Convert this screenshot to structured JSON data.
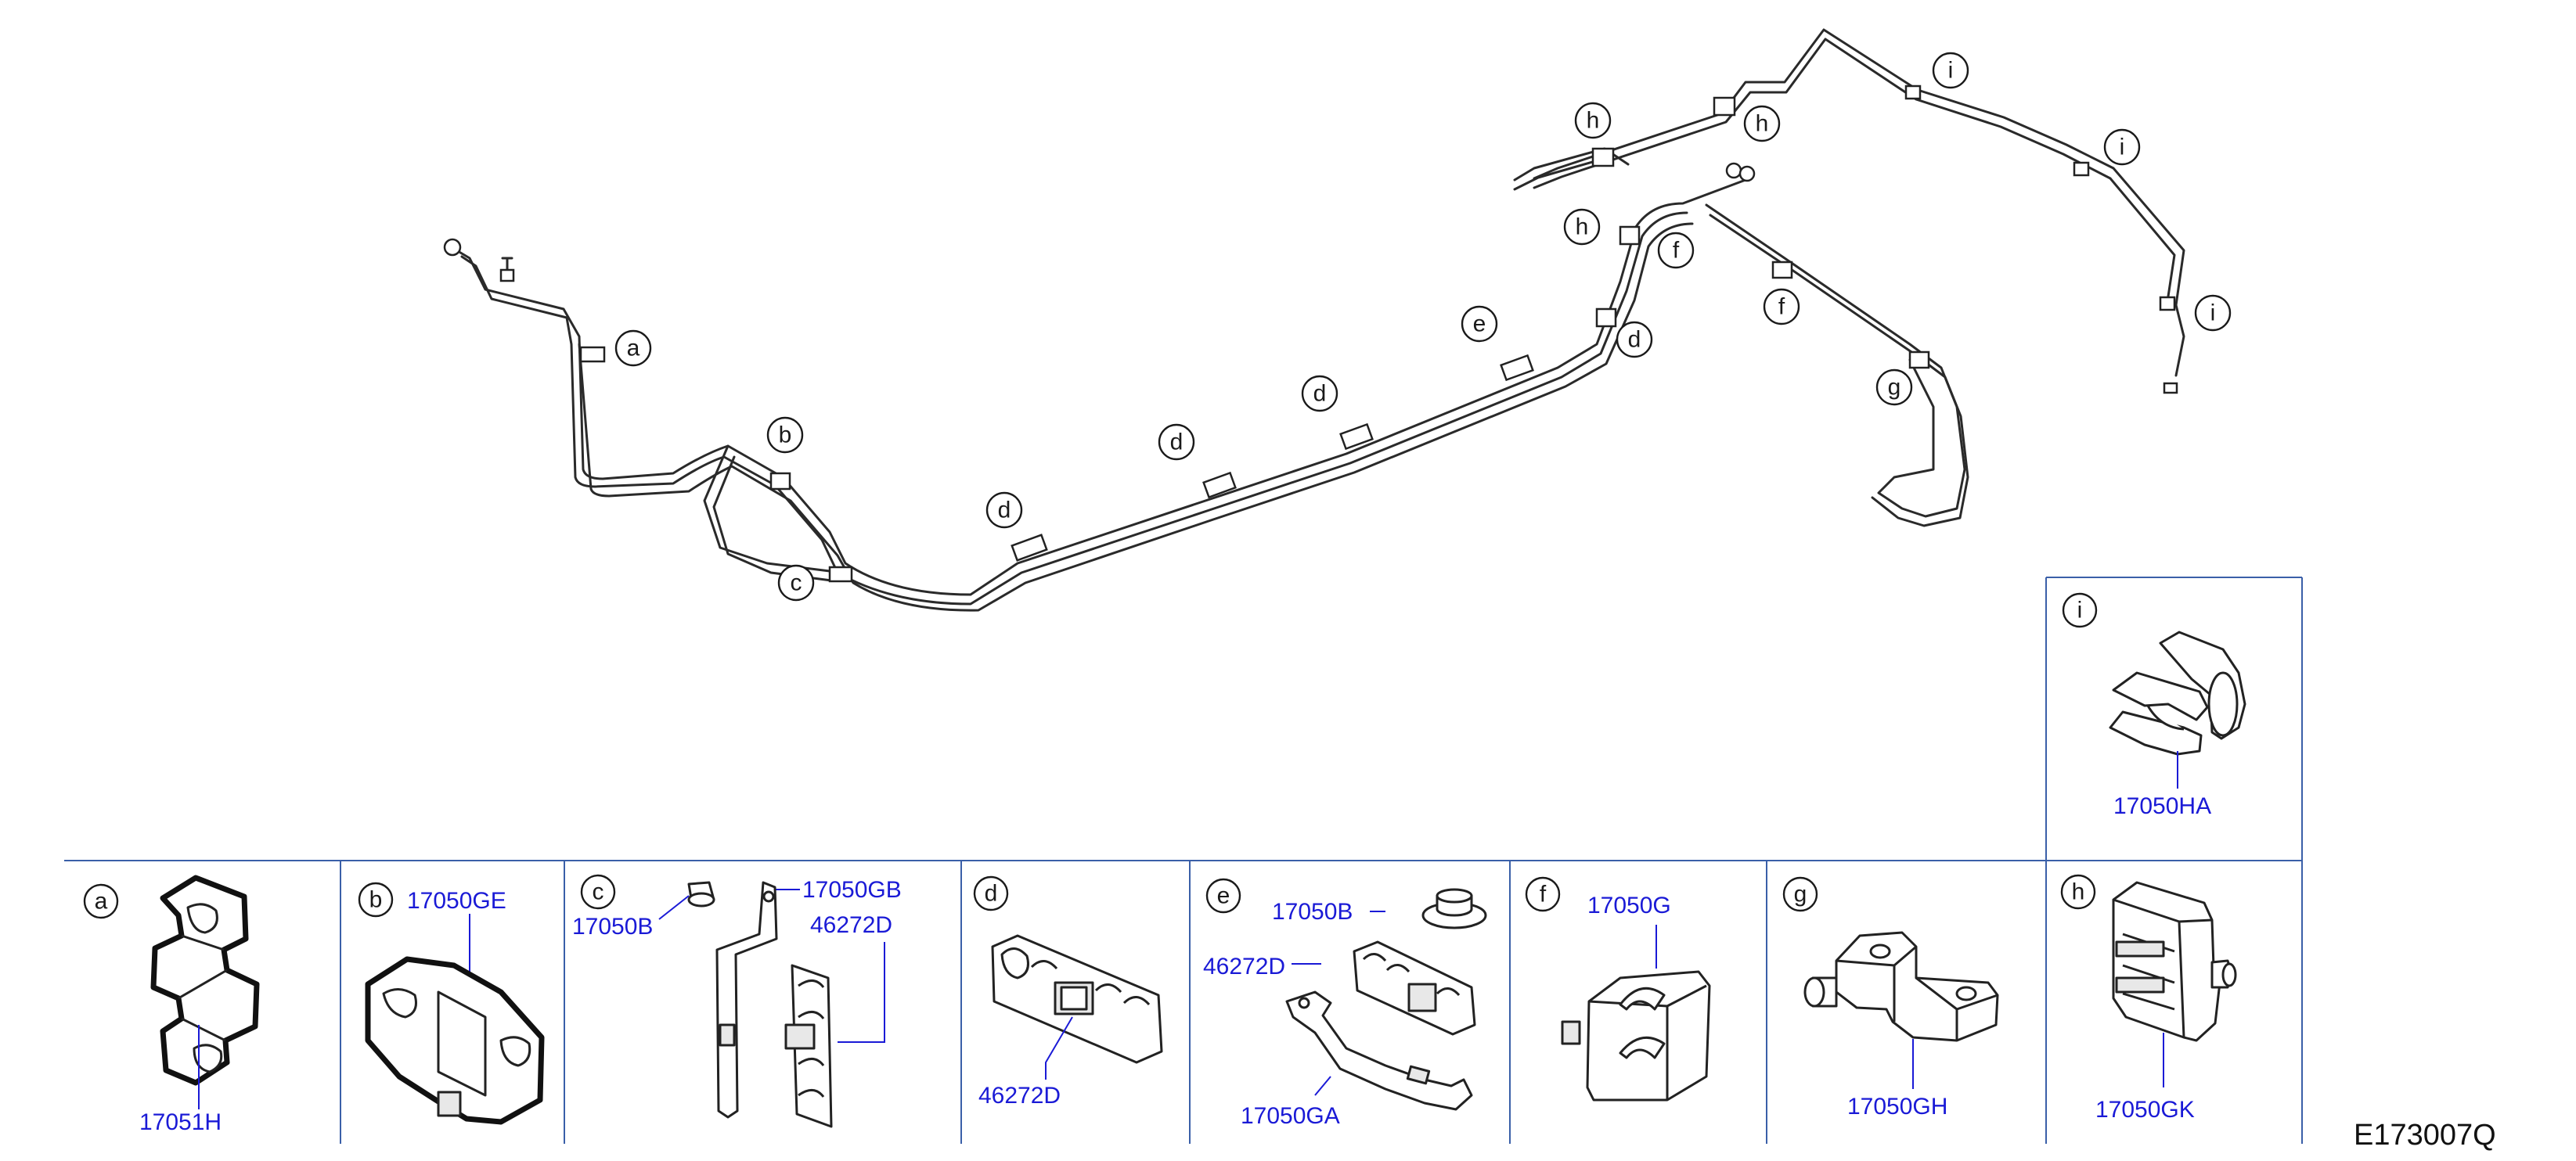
{
  "diagram": {
    "reference_code": "E173007Q",
    "main_callouts": [
      {
        "id": "a",
        "letter": "a"
      },
      {
        "id": "b",
        "letter": "b"
      },
      {
        "id": "c",
        "letter": "c"
      },
      {
        "id": "d1",
        "letter": "d"
      },
      {
        "id": "d2",
        "letter": "d"
      },
      {
        "id": "d3",
        "letter": "d"
      },
      {
        "id": "d4",
        "letter": "d"
      },
      {
        "id": "e",
        "letter": "e"
      },
      {
        "id": "f1",
        "letter": "f"
      },
      {
        "id": "f2",
        "letter": "f"
      },
      {
        "id": "g",
        "letter": "g"
      },
      {
        "id": "h1",
        "letter": "h"
      },
      {
        "id": "h2",
        "letter": "h"
      },
      {
        "id": "h3",
        "letter": "h"
      },
      {
        "id": "i1",
        "letter": "i"
      },
      {
        "id": "i2",
        "letter": "i"
      },
      {
        "id": "i3",
        "letter": "i"
      }
    ],
    "panels": {
      "a": {
        "letter": "a",
        "parts": [
          "17051H"
        ]
      },
      "b": {
        "letter": "b",
        "parts": [
          "17050GE"
        ]
      },
      "c": {
        "letter": "c",
        "parts": [
          "17050GB",
          "17050B",
          "46272D"
        ]
      },
      "d": {
        "letter": "d",
        "parts": [
          "46272D"
        ]
      },
      "e": {
        "letter": "e",
        "parts": [
          "17050B",
          "46272D",
          "17050GA"
        ]
      },
      "f": {
        "letter": "f",
        "parts": [
          "17050G"
        ]
      },
      "g": {
        "letter": "g",
        "parts": [
          "17050GH"
        ]
      },
      "h": {
        "letter": "h",
        "parts": [
          "17050GK"
        ]
      },
      "i": {
        "letter": "i",
        "parts": [
          "17050HA"
        ]
      }
    }
  }
}
